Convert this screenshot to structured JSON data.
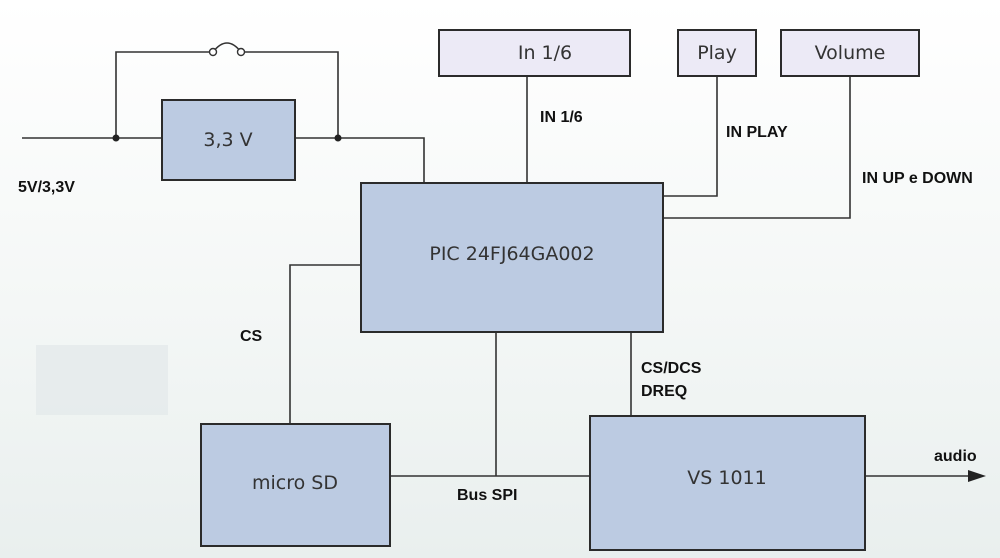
{
  "blocks": {
    "regulator": "3,3 V",
    "mcu": "PIC 24FJ64GA002",
    "microsd": "micro SD",
    "decoder": "VS 1011",
    "in16": "In  1/6",
    "play": "Play",
    "volume": "Volume"
  },
  "labels": {
    "supply": "5V/3,3V",
    "in16": "IN 1/6",
    "inplay": "IN PLAY",
    "inupdown": "IN UP e DOWN",
    "cs": "CS",
    "csdcs": "CS/DCS",
    "dreq": "DREQ",
    "busspi": "Bus SPI",
    "audio": "audio"
  }
}
